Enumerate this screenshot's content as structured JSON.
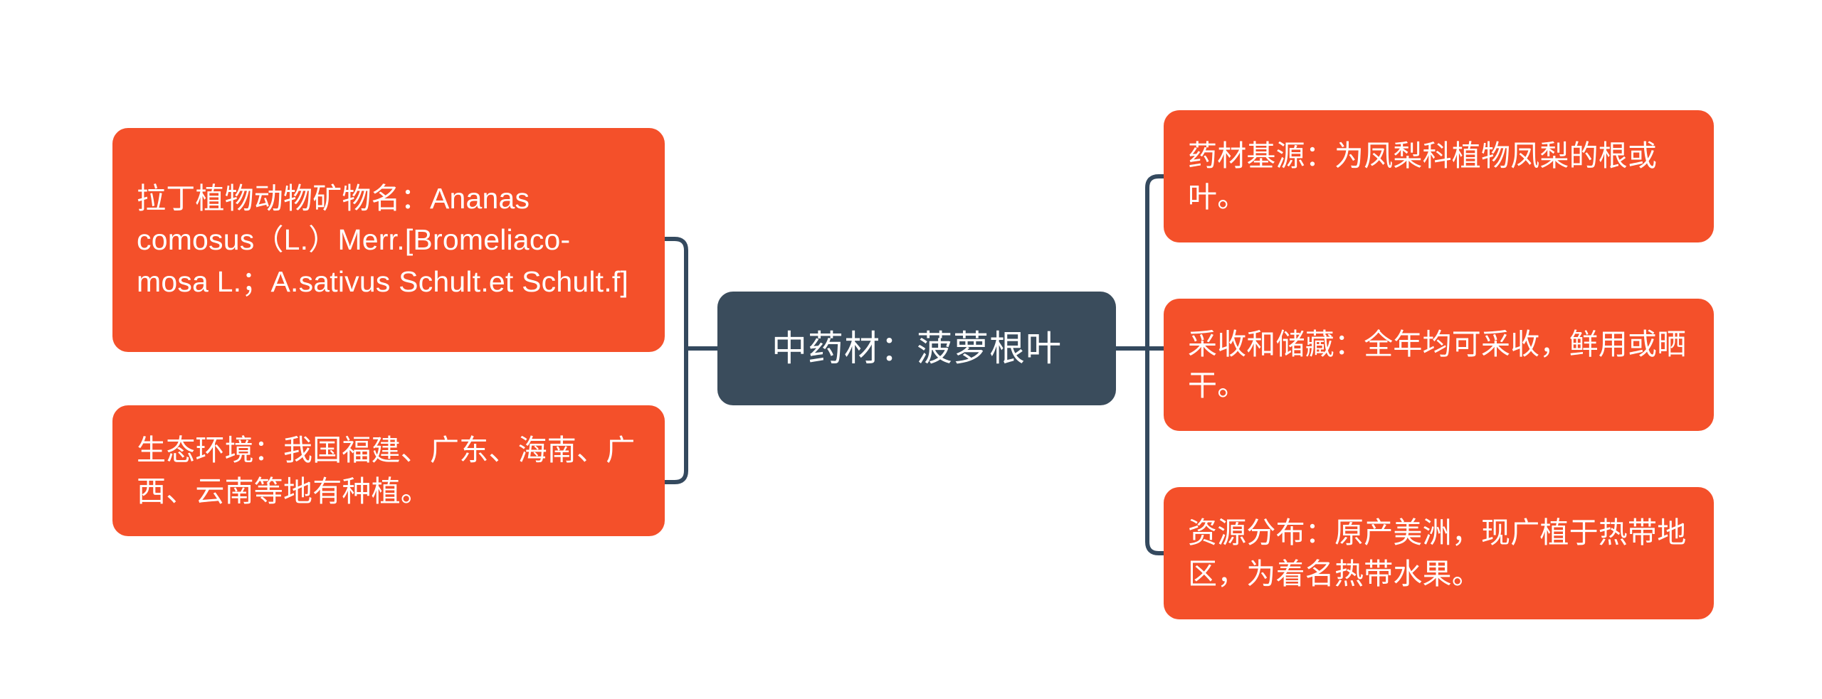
{
  "diagram": {
    "type": "mindmap",
    "orientation": "horizontal-bidirectional",
    "colors": {
      "branch_fill": "#f4502a",
      "central_fill": "#3a4c5c",
      "connector_stroke": "#34495e",
      "text": "#ffffff",
      "background": "#ffffff"
    },
    "central": {
      "label": "中药材：菠萝根叶"
    },
    "left_branches": [
      {
        "key": "latin-name",
        "label": "拉丁植物动物矿物名：Ananas comosus（L.）Merr.[Bromeliaco-mosa L.；A.sativus Schult.et Schult.f]"
      },
      {
        "key": "ecology",
        "label": "生态环境：我国福建、广东、海南、广西、云南等地有种植。"
      }
    ],
    "right_branches": [
      {
        "key": "source",
        "label": "药材基源：为凤梨科植物凤梨的根或叶。"
      },
      {
        "key": "harvest",
        "label": "采收和储藏：全年均可采收，鲜用或晒干。"
      },
      {
        "key": "distribution",
        "label": "资源分布：原产美洲，现广植于热带地区，为着名热带水果。"
      }
    ]
  }
}
